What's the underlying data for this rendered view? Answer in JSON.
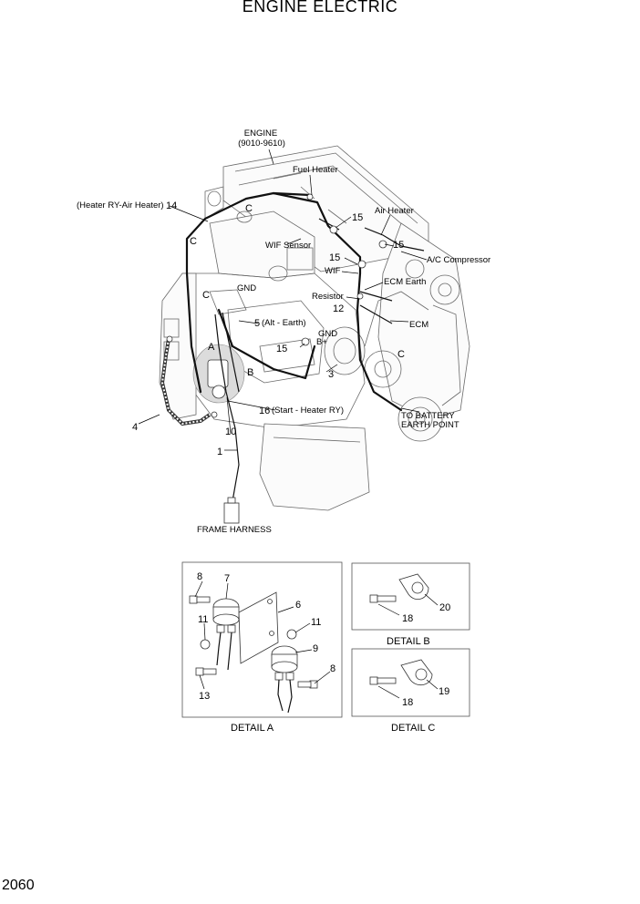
{
  "title": "ENGINE ELECTRIC",
  "page_number": "2060",
  "labels": {
    "engine": "ENGINE",
    "engine_serial": "(9010-9610)",
    "fuel_heater": "Fuel Heater",
    "air_heater": "Air Heater",
    "heater_ry_air_heater": "(Heater RY-Air Heater)",
    "wif_sensor": "WIF Sensor",
    "ac_compressor": "A/C Compressor",
    "wif": "WIF",
    "ecm_earth": "ECM Earth",
    "resistor": "Resistor",
    "gnd_top": "GND",
    "alt_earth": "(Alt - Earth)",
    "ecm": "ECM",
    "gnd_mid": "GND",
    "b_plus": "B+",
    "start_heater_ry": "(Start - Heater RY)",
    "to_battery": "TO BATTERY",
    "earth_point": "EARTH POINT",
    "frame_harness": "FRAME HARNESS"
  },
  "callouts": {
    "n14": "14",
    "c1": "C",
    "c2": "C",
    "c3": "C",
    "c4": "C",
    "n15a": "15",
    "n15b": "15",
    "n15c": "15",
    "n15d": "15",
    "n12": "12",
    "n5": "5",
    "a": "A",
    "b": "B",
    "n3": "3",
    "n16": "16",
    "n4": "4",
    "n10": "10",
    "n1": "1"
  },
  "detail_a": {
    "caption": "DETAIL A",
    "callouts": {
      "n8a": "8",
      "n7": "7",
      "n6": "6",
      "n11a": "11",
      "n11b": "11",
      "n9": "9",
      "n8b": "8",
      "n13": "13"
    }
  },
  "detail_b": {
    "caption": "DETAIL B",
    "callouts": {
      "n18": "18",
      "n20": "20"
    }
  },
  "detail_c": {
    "caption": "DETAIL C",
    "callouts": {
      "n18": "18",
      "n19": "19"
    }
  }
}
